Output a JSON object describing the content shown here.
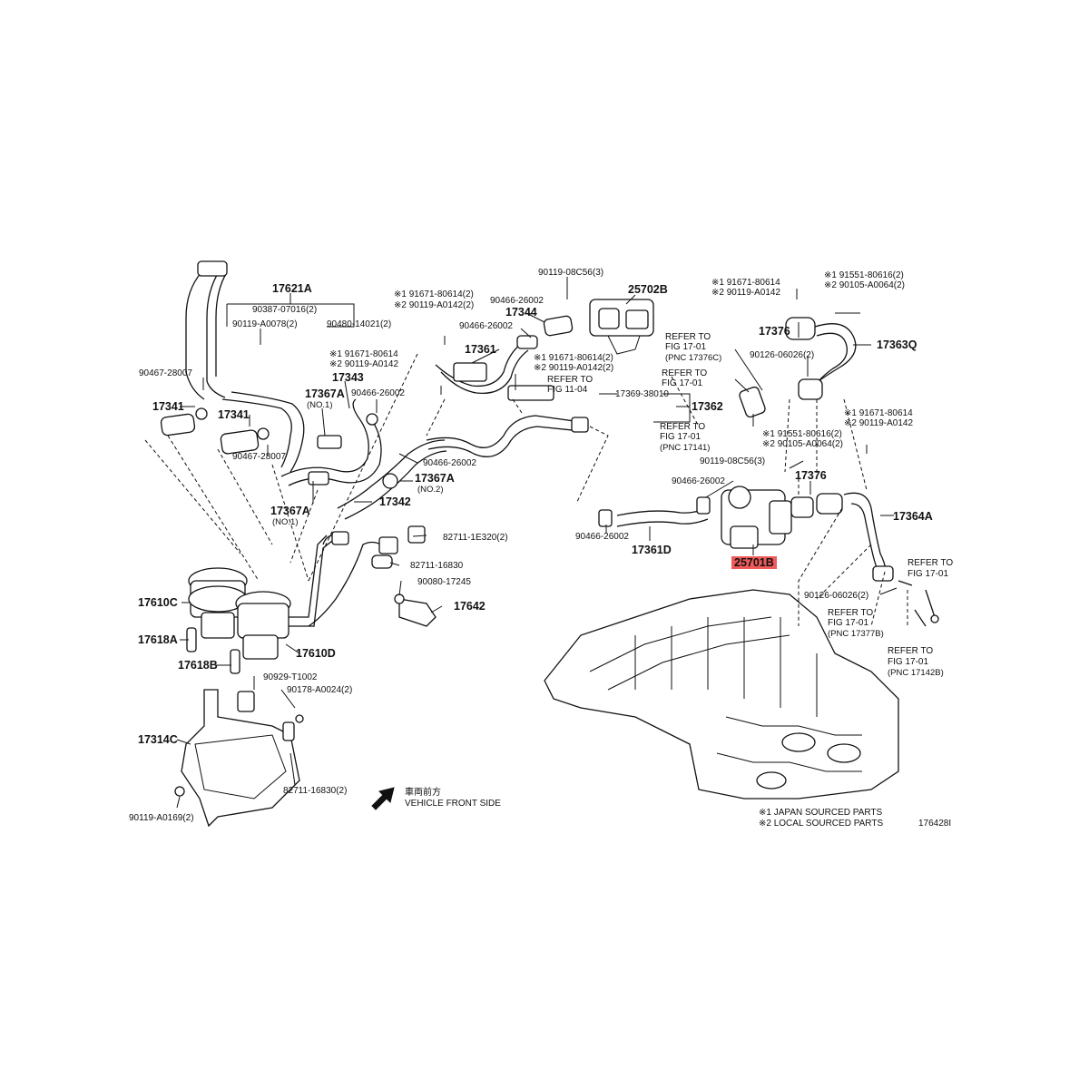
{
  "labels": {
    "p17621A": "17621A",
    "p90387": "90387-07016(2)",
    "p90119a": "90119-A0078(2)",
    "p90480": "90480-14021(2)",
    "p90467a": "90467-28007",
    "p17341a": "17341",
    "p17341b": "17341",
    "p90467b": "90467-28007",
    "p17343": "17343",
    "p17367A1": "17367A",
    "no1a": "(NO.1)",
    "p90466a": "90466-26002",
    "p17367A2": "17367A",
    "no2": "(NO.2)",
    "p17367A3": "17367A",
    "no1b": "(NO.1)",
    "p17342": "17342",
    "p90466b": "90466-26002",
    "x1a": "※1 91671-80614",
    "x2a": "※2 90119-A0142",
    "x1b": "※1 91671-80614(2)",
    "x2b": "※2 90119-A0142(2)",
    "p90466c": "90466-26002",
    "p90466d": "90466-26002",
    "p17344": "17344",
    "p17361": "17361",
    "p90119c56a": "90119-08C56(3)",
    "p25702B": "25702B",
    "x1c": "※1 91671-80614(2)",
    "x2c": "※2 90119-A0142(2)",
    "refer1104a": "REFER TO",
    "refer1104b": "FIG 11-04",
    "p17369": "17369-38010",
    "p17362": "17362",
    "x1d": "※1 91671-80614",
    "x2d": "※2 90119-A0142",
    "p17376a": "17376",
    "x1e": "※1 91551-80616(2)",
    "x2e": "※2 90105-A0064(2)",
    "p17363Q": "17363Q",
    "refA1": "REFER TO",
    "refA2": "FIG 17-01",
    "refA3": "(PNC 17376C)",
    "p90126a": "90126-06026(2)",
    "refB1": "REFER TO",
    "refB2": "FIG 17-01",
    "refC1": "REFER TO",
    "refC2": "FIG 17-01",
    "refC3": "(PNC 17141)",
    "x1f": "※1 91551-80616(2)",
    "x2f": "※2 90105-A0064(2)",
    "x1g": "※1 91671-80614",
    "x2g": "※2 90119-A0142",
    "p90119c56b": "90119-08C56(3)",
    "p90466e": "90466-26002",
    "p17376b": "17376",
    "p17364A": "17364A",
    "p90466f": "90466-26002",
    "p17361D": "17361D",
    "p25701B": "25701B",
    "refD1": "REFER TO",
    "refD2": "FIG 17-01",
    "p90126b": "90126-06026(2)",
    "refE1": "REFER TO",
    "refE2": "FIG 17-01",
    "refE3": "(PNC 17377B)",
    "refF1": "REFER TO",
    "refF2": "FIG 17-01",
    "refF3": "(PNC 17142B)",
    "p82711a": "82711-1E320(2)",
    "p82711b": "82711-16830",
    "p90080": "90080-17245",
    "p17642": "17642",
    "p17610C": "17610C",
    "p17618A": "17618A",
    "p17610D": "17610D",
    "p17618B": "17618B",
    "p90929": "90929-T1002",
    "p90178": "90178-A0024(2)",
    "p17314C": "17314C",
    "p82711c": "82711-16830(2)",
    "p90119a0169": "90119-A0169(2)",
    "front_jp": "車両前方",
    "front_en": "VEHICLE FRONT SIDE",
    "legend1": "※1 JAPAN SOURCED PARTS",
    "legend2": "※2 LOCAL SOURCED PARTS",
    "fig_id": "176428I"
  },
  "highlight_color": "#f05a5a"
}
